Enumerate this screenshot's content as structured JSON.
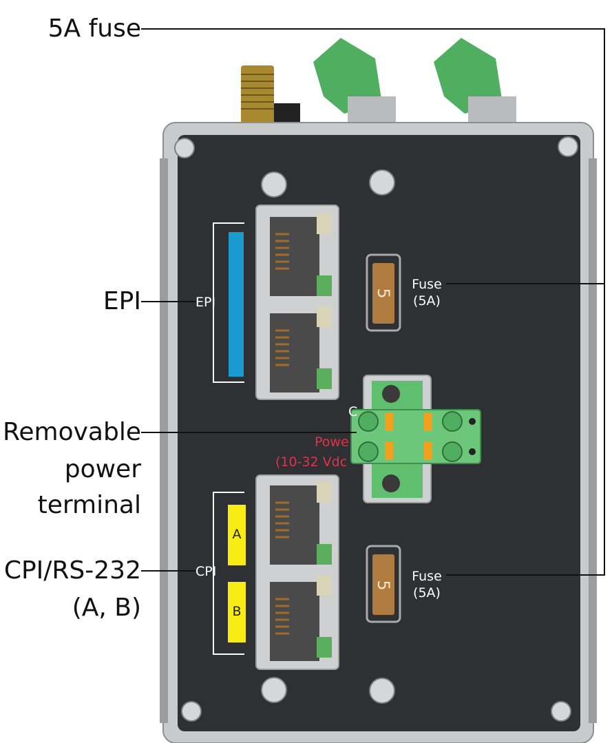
{
  "callouts": {
    "fuse_5a": "5A fuse",
    "epi": "EPI",
    "removable_line1": "Removable",
    "removable_line2": "power",
    "removable_line3": "terminal",
    "cpi_line1": "CPI/RS-232",
    "cpi_line2": "(A, B)"
  },
  "device_labels": {
    "epi": "EPI",
    "cpi": "CPI",
    "port_a": "A",
    "port_b": "B",
    "fuse_top_line1": "Fuse",
    "fuse_top_line2": "(5A)",
    "fuse_bottom_line1": "Fuse",
    "fuse_bottom_line2": "(5A)",
    "fuse_digit": "5",
    "power_line1": "Powe",
    "power_line2": "(10-32 Vdc",
    "terminal_partial": "C"
  },
  "colors": {
    "panel": "#2f3033",
    "frame": "#c9cacb",
    "epi_bar": "#1a9bcf",
    "cpi_badge": "#f7ec14",
    "terminal_green": "#5fbf6e",
    "fuse_body": "#b07b3e",
    "red_text": "#e0334a"
  }
}
